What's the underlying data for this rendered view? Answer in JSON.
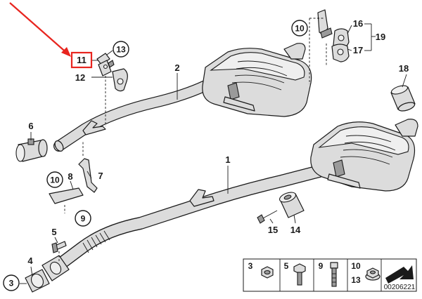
{
  "callouts": {
    "c1": "1",
    "c2": "2",
    "c3": "3",
    "c4": "4",
    "c5": "5",
    "c6": "6",
    "c7": "7",
    "c8": "8",
    "c9": "9",
    "c10a": "10",
    "c10b": "10",
    "c11": "11",
    "c12": "12",
    "c13": "13",
    "c14": "14",
    "c15": "15",
    "c16": "16",
    "c17": "17",
    "c18": "18",
    "c19": "19"
  },
  "legend": {
    "items": [
      "3",
      "5",
      "9",
      "10",
      "13"
    ],
    "code": "00206221"
  },
  "colors": {
    "pointer_arrow": "#e8251f",
    "highlight_box": "#e8251f",
    "line": "#1a1a1a",
    "part_fill": "#dcdcdc"
  }
}
